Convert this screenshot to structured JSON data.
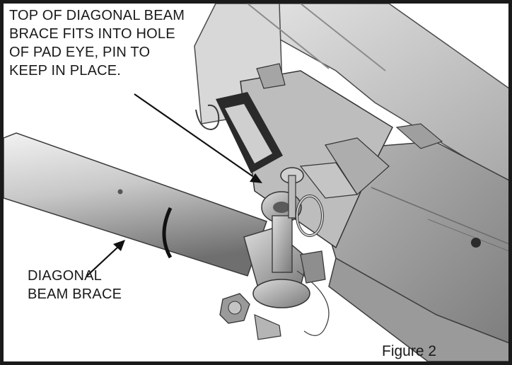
{
  "figure": {
    "caption": "Figure 2",
    "frame_color": "#1a1a1a"
  },
  "callouts": {
    "pad_eye_note": "TOP OF DIAGONAL BEAM\nBRACE FITS INTO HOLE\nOF PAD EYE, PIN TO\nKEEP IN PLACE.",
    "brace_label": "DIAGONAL\nBEAM BRACE"
  }
}
